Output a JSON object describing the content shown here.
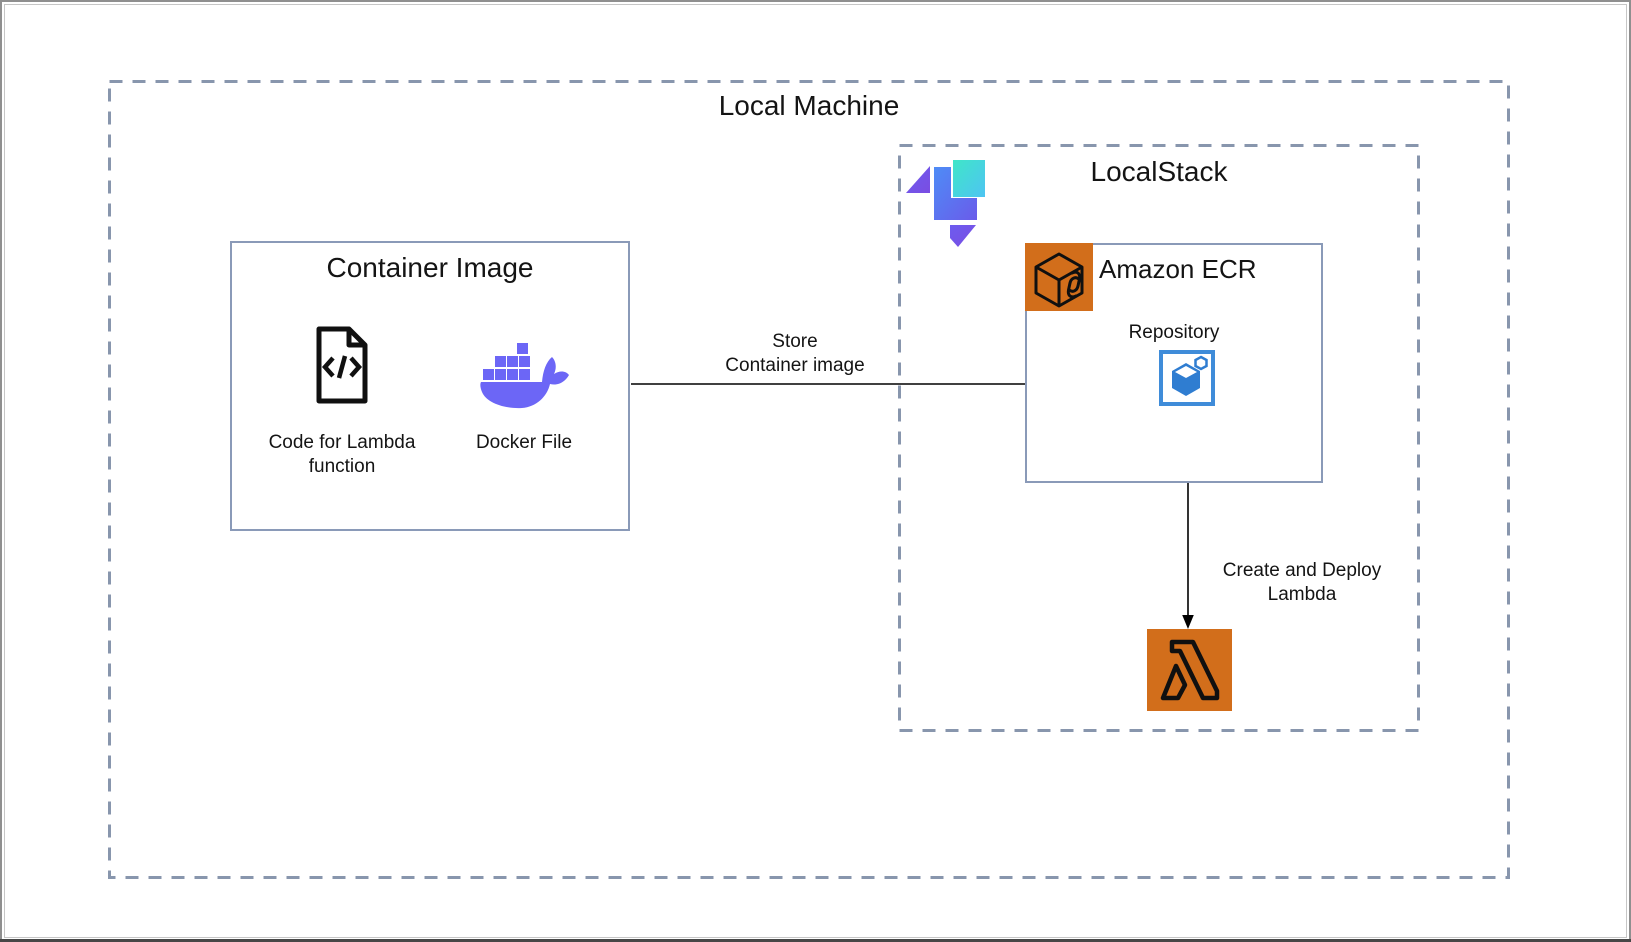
{
  "local_machine": {
    "title": "Local Machine"
  },
  "localstack": {
    "title": "LocalStack",
    "logo_icon": "localstack-logo"
  },
  "container_image": {
    "title": "Container Image",
    "code_icon": "code-file-icon",
    "code_label": "Code for Lambda\nfunction",
    "docker_icon": "docker-whale-icon",
    "docker_label": "Docker File"
  },
  "ecr": {
    "title": "Amazon ECR",
    "service_icon": "amazon-ecr-icon",
    "repository_label": "Repository",
    "repository_icon": "ecr-repository-icon"
  },
  "lambda": {
    "icon": "aws-lambda-icon"
  },
  "arrows": {
    "store_label": "Store\nContainer image",
    "deploy_label": "Create and Deploy\nLambda"
  },
  "colors": {
    "aws_orange": "#D26E1B",
    "docker_purple": "#6C66F6",
    "repository_blue": "#2F7DD1",
    "repository_border_blue": "#3F8CD9",
    "box_border": "#8A9AB8",
    "dashed_border": "#8896AD",
    "arrow_color": "#000000",
    "localstack_cyan": "#41DFD0",
    "localstack_blue": "#5B7BF2",
    "localstack_purple": "#6F52E6"
  }
}
